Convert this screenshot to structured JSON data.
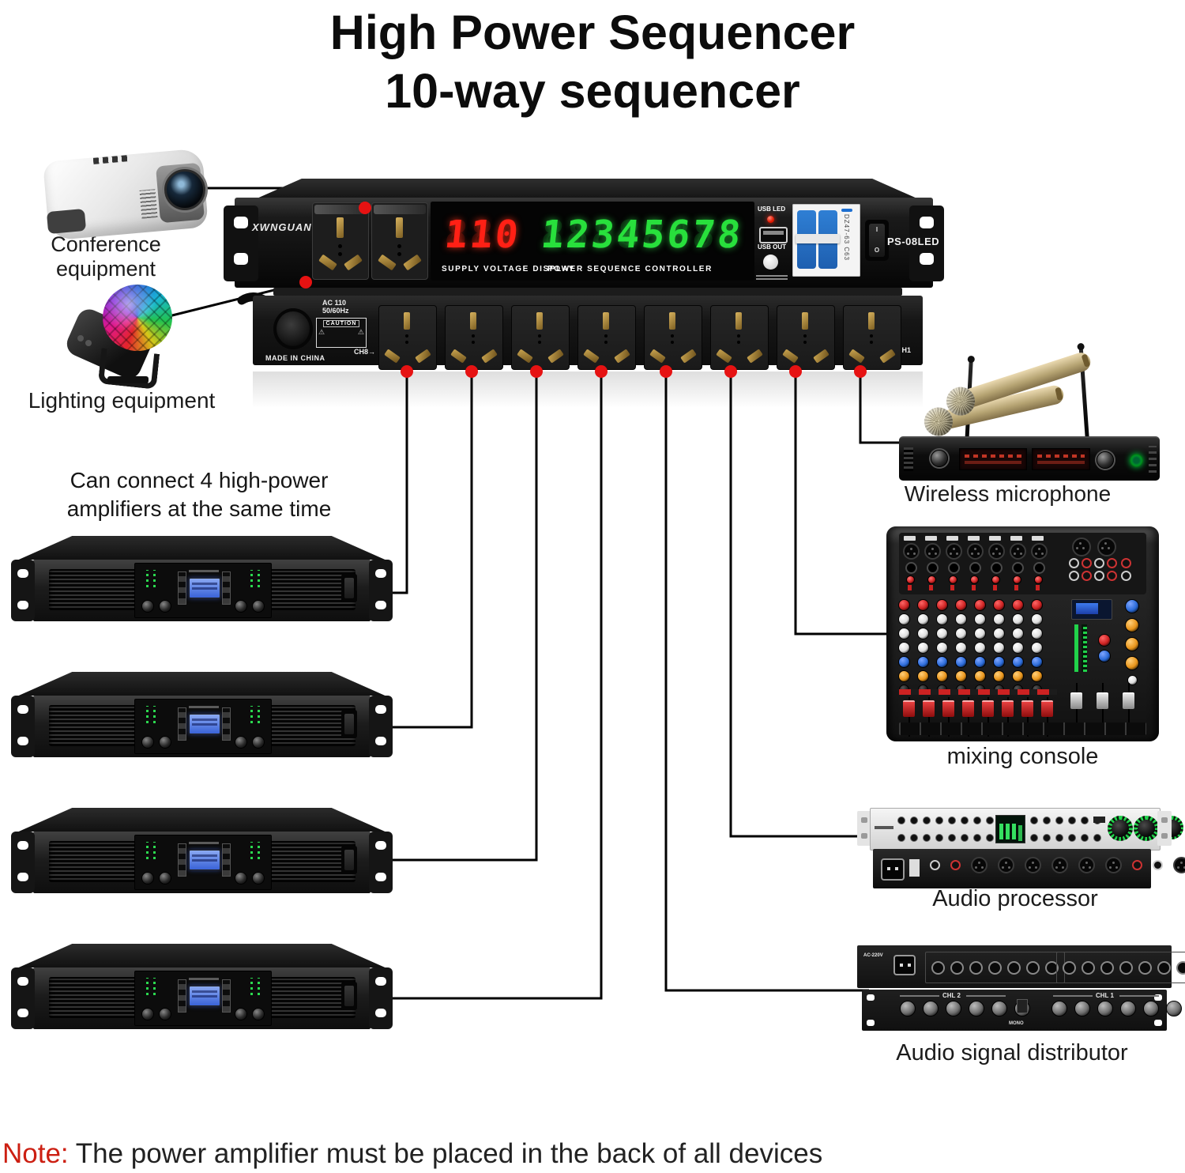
{
  "title": {
    "line1": "High Power Sequencer",
    "line2": "10-way sequencer"
  },
  "labels": {
    "conference": "Conference equipment",
    "lighting": "Lighting equipment",
    "amp_note_line1": "Can connect 4 high-power",
    "amp_note_line2": "amplifiers at the same time",
    "wireless_mic": "Wireless microphone",
    "mixing_console": "mixing console",
    "audio_processor": "Audio processor",
    "audio_distributor": "Audio signal distributor"
  },
  "note": {
    "prefix": "Note:",
    "text": " The power amplifier must be placed in the back of all devices"
  },
  "sequencer": {
    "brand": "XWNGUAN",
    "model": "PS-08LED",
    "voltage_display": "110",
    "voltage_ghost": "888",
    "channel_display": "12345678",
    "channel_ghost": "88888888",
    "supply_label": "SUPPLY VOLTAGE DISPLAY",
    "controller_label": "POWER SEQUENCE CONTROLLER",
    "usb_led_label": "USB LED",
    "usb_out_label": "USB OUT",
    "breaker_text": "DZ47-63 C63",
    "power_on": "I",
    "power_off": "O"
  },
  "outlet_strip": {
    "ac_label": "AC 110",
    "freq_label": "50/60Hz",
    "caution": "CAUTION",
    "origin": "MADE IN CHINA",
    "ch8": "CH8→",
    "ch1": "←CH1"
  },
  "distributor": {
    "ac": "AC-220V",
    "chl2": "CHL 2",
    "chl1": "CHL 1",
    "mono": "MONO"
  },
  "counts": {
    "amplifiers": 4,
    "outlets": 8,
    "front_outlets": 2,
    "console_channels": 7,
    "console_knob_columns": 8,
    "console_faders": 8,
    "console_master_faders": 3,
    "processor_jacks_row": 9,
    "processor_xlr": 6,
    "distributor_jacks": 7,
    "distributor_knobs": 6
  },
  "colors": {
    "connector_red": "#e61212",
    "line_black": "#000000",
    "seg_red": "#ff2015",
    "seg_green": "#28e03c",
    "note_red": "#cc1f12"
  }
}
